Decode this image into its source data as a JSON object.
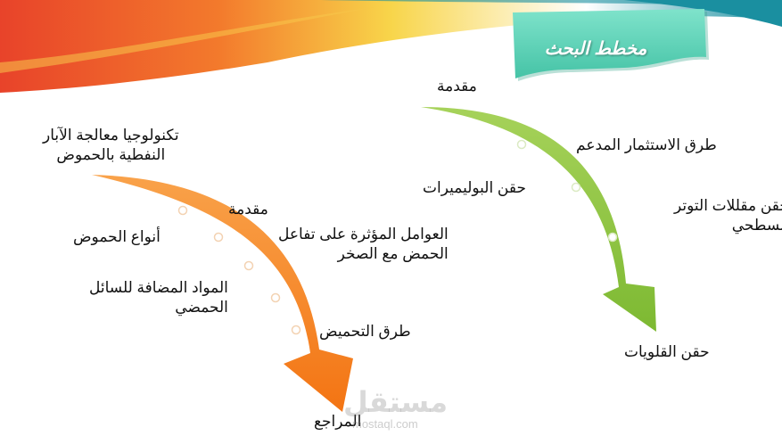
{
  "colors": {
    "orange_arrow": "#f58220",
    "green_arrow": "#8cc63f",
    "title_box": "#5fd3b8",
    "banner_red": "#e8432a",
    "banner_yellow": "#f8d54a",
    "banner_teal": "#1a8fa0"
  },
  "title": "مخطط البحث",
  "left_flow": {
    "heading": [
      "تكنولوجيا معالجة الآبار",
      "النفطية بالحموض"
    ],
    "items": [
      {
        "lines": [
          "مقدمة"
        ]
      },
      {
        "lines": [
          "أنواع الحموض"
        ]
      },
      {
        "lines": [
          "العوامل المؤثرة على تفاعل",
          "الحمض مع الصخر"
        ]
      },
      {
        "lines": [
          "المواد المضافة للسائل",
          "الحمضي"
        ]
      },
      {
        "lines": [
          "طرق التحميض"
        ]
      }
    ],
    "end": "المراجع"
  },
  "right_flow": {
    "heading": "مقدمة",
    "items": [
      {
        "lines": [
          "طرق الاستثمار المدعم"
        ]
      },
      {
        "lines": [
          "حقن البوليميرات"
        ]
      },
      {
        "lines": [
          "حقن مقللات التوتر",
          "السطحي"
        ]
      }
    ],
    "end": "حقن القلويات"
  },
  "watermark": {
    "text": "مستقل",
    "url": "mostaql.com"
  },
  "icons": {
    "dot": "circle-bullet-icon"
  }
}
